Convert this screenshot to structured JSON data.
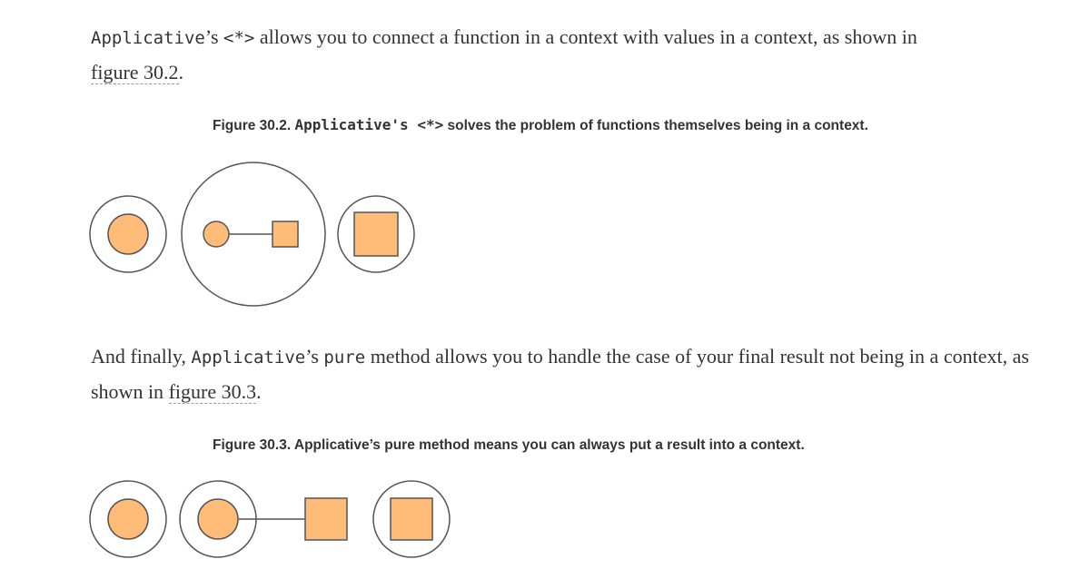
{
  "para1": {
    "code1": "Applicative",
    "text1": "’s ",
    "code2": "<*>",
    "text2": " allows you to connect a function in a context with values in a context, as shown in",
    "link": "figure 30.2",
    "text3": "."
  },
  "figure1": {
    "caption_prefix": "Figure 30.2. ",
    "caption_code": "Applicative's <*>",
    "caption_text": " solves the problem of functions themselves being in a context."
  },
  "para2": {
    "text1": "And finally, ",
    "code1": "Applicative",
    "text2": "’s ",
    "code2": "pure",
    "text3": " method allows you to handle the case of your final result not being in a context, as shown in ",
    "link": "figure 30.3",
    "text4": "."
  },
  "figure2": {
    "caption": "Figure 30.3. Applicative’s pure method means you can always put a result into a context."
  },
  "colors": {
    "shape_fill": "#FFBC78",
    "stroke": "#555555",
    "text": "#333333"
  }
}
